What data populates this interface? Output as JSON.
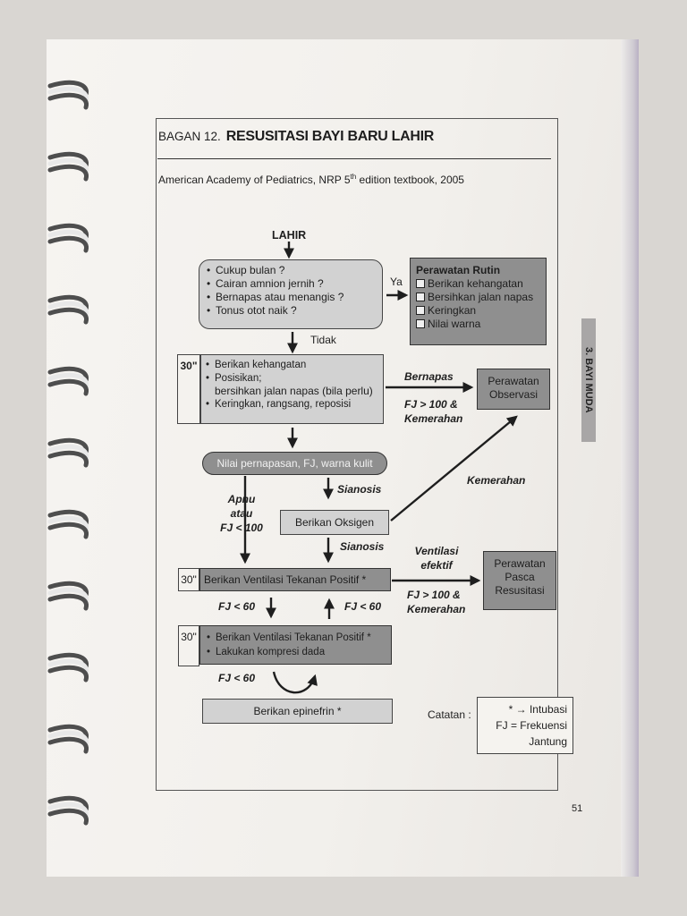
{
  "header": {
    "label": "BAGAN 12.",
    "title": "RESUSITASI BAYI BARU LAHIR",
    "source_main": "American Academy of Pediatrics, NRP 5",
    "source_sup": "th",
    "source_rest": " edition textbook, 2005"
  },
  "side_tab": "3. BAYI MUDA",
  "page_number": "51",
  "flow": {
    "start": "LAHIR",
    "assess": {
      "items": [
        "Cukup bulan ?",
        "Cairan amnion jernih ?",
        "Bernapas atau menangis ?",
        "Tonus otot naik ?"
      ]
    },
    "yes_label": "Ya",
    "no_label": "Tidak",
    "routine": {
      "title": "Perawatan Rutin",
      "items": [
        "Berikan kehangatan",
        "Bersihkan jalan napas",
        "Keringkan",
        "Nilai warna"
      ]
    },
    "initial": {
      "time": "30\"",
      "item1": "Berikan kehangatan",
      "item2": "Posisikan;",
      "item2b": "bersihkan jalan napas (bila perlu)",
      "item3": "Keringkan, rangsang, reposisi"
    },
    "breathing_label": "Bernapas",
    "hr_red_1": "FJ > 100 &",
    "hr_red_1b": "Kemerahan",
    "observation": {
      "line1": "Perawatan",
      "line2": "Observasi"
    },
    "evaluate": "Nilai pernapasan, FJ, warna kulit",
    "cyanosis_1": "Sianosis",
    "apnea": {
      "line1": "Apnu",
      "line2": "atau",
      "line3": "FJ < 100"
    },
    "oxygen": "Berikan Oksigen",
    "pink_label": "Kemerahan",
    "cyanosis_2": "Sianosis",
    "ppv": {
      "time": "30\"",
      "text": "Berikan Ventilasi Tekanan Positif *"
    },
    "effective": {
      "line1": "Ventilasi",
      "line2": "efektif"
    },
    "hr_red_2": "FJ > 100 &",
    "hr_red_2b": "Kemerahan",
    "post": {
      "line1": "Perawatan",
      "line2": "Pasca",
      "line3": "Resusitasi"
    },
    "hr_lt60_a": "FJ < 60",
    "hr_lt60_b": "FJ < 60",
    "compress": {
      "time": "30\"",
      "items": [
        "Berikan Ventilasi Tekanan Positif *",
        "Lakukan kompresi dada"
      ]
    },
    "hr_lt60_c": "FJ < 60",
    "epinephrine": "Berikan epinefrin *"
  },
  "notes": {
    "label": "Catatan :",
    "line1": "* → Intubasi",
    "line2": "FJ = Frekuensi",
    "line3": "Jantung"
  },
  "colors": {
    "dark_box": "#8f8f8f",
    "light_box": "#d2d2d2",
    "ink": "#1e1e1e"
  }
}
